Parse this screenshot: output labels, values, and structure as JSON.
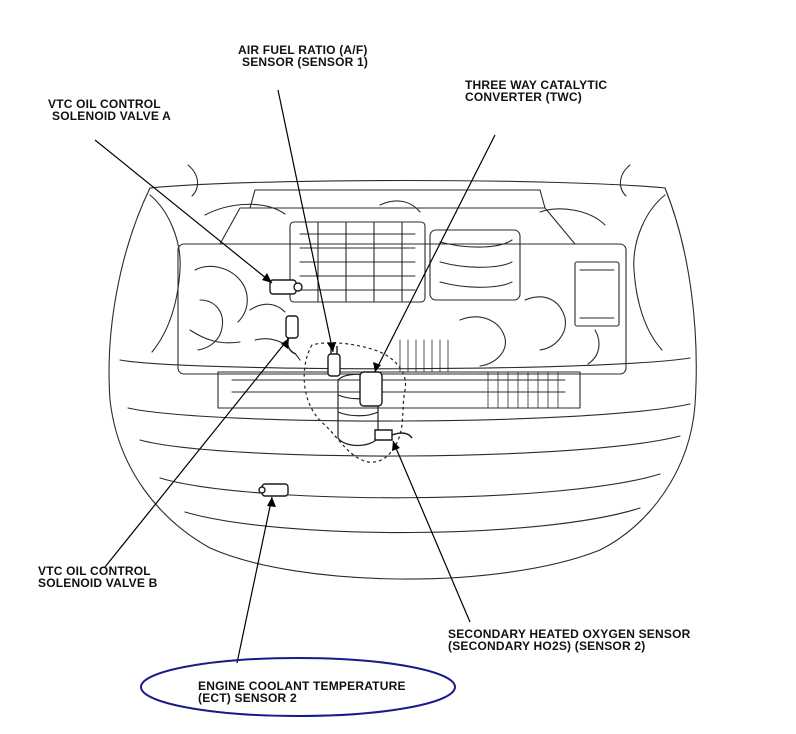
{
  "labels": {
    "af_sensor": {
      "line1": "AIR FUEL RATIO (A/F)",
      "line2": "SENSOR (SENSOR 1)"
    },
    "twc": {
      "line1": "THREE WAY CATALYTIC",
      "line2": "CONVERTER (TWC)"
    },
    "vtc_a": {
      "line1": "VTC OIL CONTROL",
      "line2": "SOLENOID VALVE A"
    },
    "vtc_b": {
      "line1": "VTC OIL CONTROL",
      "line2": "SOLENOID VALVE B"
    },
    "ho2s": {
      "line1": "SECONDARY HEATED OXYGEN SENSOR",
      "line2": "(SECONDARY HO2S) (SENSOR 2)"
    },
    "ect": {
      "line1": "ENGINE COOLANT TEMPERATURE",
      "line2": "(ECT) SENSOR 2"
    }
  },
  "highlight_color": "#1a1a8c"
}
